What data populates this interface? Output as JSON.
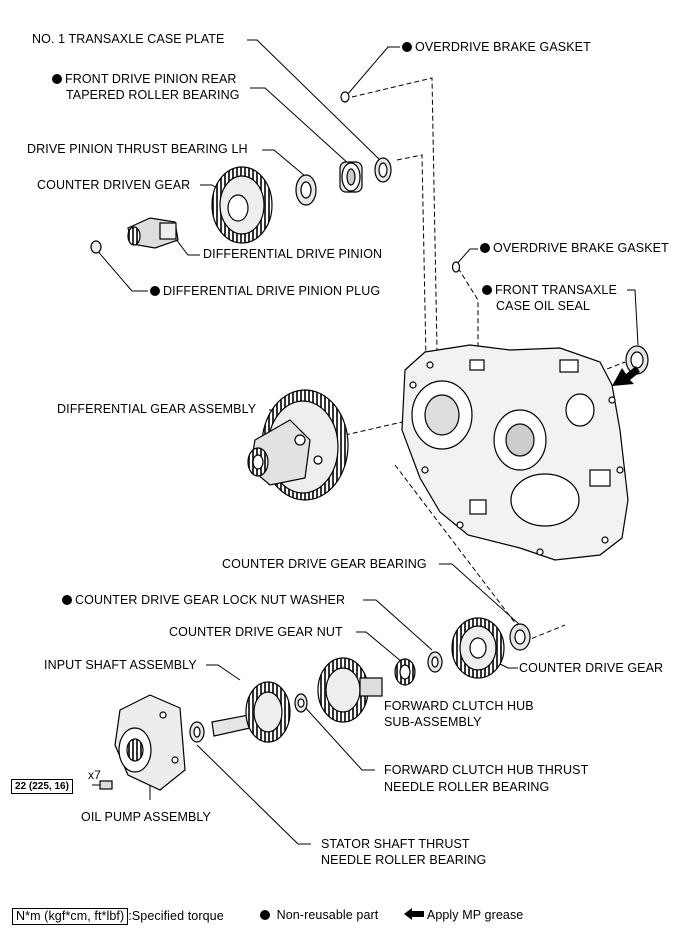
{
  "labels": {
    "no1_case_plate": "NO. 1 TRANSAXLE CASE PLATE",
    "overdrive_gasket_top": "OVERDRIVE BRAKE GASKET",
    "front_pinion_bearing_1": "FRONT DRIVE PINION REAR",
    "front_pinion_bearing_2": "TAPERED ROLLER BEARING",
    "pinion_thrust_lh": "DRIVE PINION THRUST BEARING LH",
    "counter_driven_gear": "COUNTER DRIVEN GEAR",
    "diff_drive_pinion": "DIFFERENTIAL DRIVE PINION",
    "overdrive_gasket_mid": "OVERDRIVE BRAKE GASKET",
    "diff_pinion_plug": "DIFFERENTIAL DRIVE PINION PLUG",
    "front_oil_seal_1": "FRONT TRANSAXLE",
    "front_oil_seal_2": "CASE OIL SEAL",
    "diff_gear_assembly": "DIFFERENTIAL GEAR ASSEMBLY",
    "counter_drive_gear_bearing": "COUNTER DRIVE GEAR BEARING",
    "lock_nut_washer": "COUNTER DRIVE GEAR LOCK NUT WASHER",
    "counter_drive_gear_nut": "COUNTER DRIVE GEAR NUT",
    "input_shaft": "INPUT SHAFT ASSEMBLY",
    "counter_drive_gear": "COUNTER DRIVE GEAR",
    "fwd_clutch_hub_1": "FORWARD CLUTCH HUB",
    "fwd_clutch_hub_2": "SUB-ASSEMBLY",
    "x7": "x7",
    "torque": "22 (225, 16)",
    "fwd_thrust_1": "FORWARD CLUTCH HUB THRUST",
    "fwd_thrust_2": "NEEDLE ROLLER BEARING",
    "oil_pump": "OIL PUMP ASSEMBLY",
    "stator_thrust_1": "STATOR SHAFT THRUST",
    "stator_thrust_2": "NEEDLE ROLLER BEARING"
  },
  "legend": {
    "torque_unit": "N*m (kgf*cm, ft*lbf)",
    "torque_desc": ":Specified torque",
    "non_reusable": "Non-reusable part",
    "grease": "Apply MP grease"
  }
}
